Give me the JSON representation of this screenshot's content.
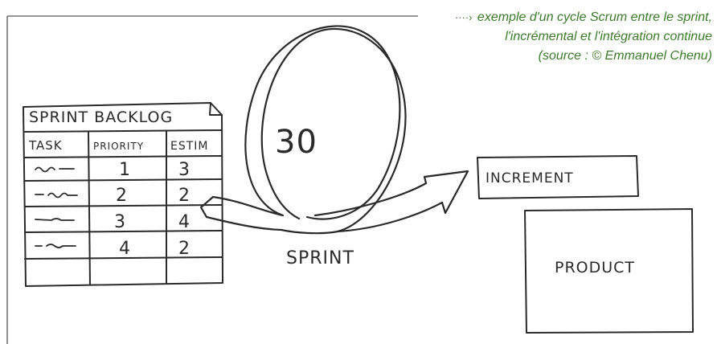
{
  "caption": {
    "arrow": "····›",
    "line1": "exemple d'un cycle Scrum entre le sprint,",
    "line2": "l'incrémental et l'intégration continue",
    "line3": "(source : © Emmanuel Chenu)",
    "color": "#3d7a2c"
  },
  "backlog": {
    "title": "SPRINT BACKLOG",
    "columns": [
      "TASK",
      "PRIORITY",
      "ESTIM"
    ],
    "rows": [
      {
        "task": "scribble",
        "priority": "1",
        "estimate": "3"
      },
      {
        "task": "scribble",
        "priority": "2",
        "estimate": "2"
      },
      {
        "task": "scribble",
        "priority": "3",
        "estimate": "4"
      },
      {
        "task": "scribble",
        "priority": "4",
        "estimate": "2"
      }
    ]
  },
  "cycle": {
    "days": "30",
    "label": "SPRINT"
  },
  "increment": {
    "label": "INCREMENT"
  },
  "product": {
    "label": "PRODUCT"
  },
  "ink_color": "#2a2a2a"
}
